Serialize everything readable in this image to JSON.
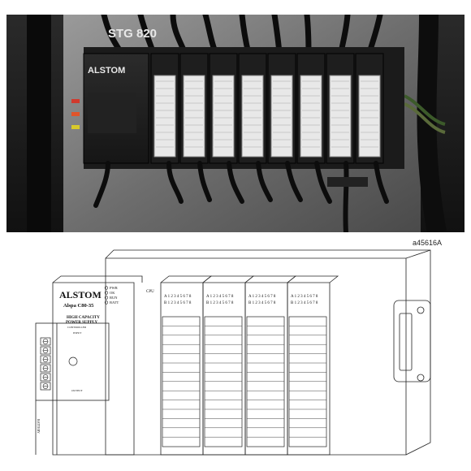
{
  "photo": {
    "cabinet_label": "STG 820",
    "brand": "ALSTOM",
    "io_module_count": 8,
    "module_headers": [
      "",
      "",
      "",
      "",
      "",
      "",
      "",
      ""
    ]
  },
  "drawing": {
    "figure_ref": "a45616A",
    "brand": "ALSTOM",
    "model": "Alspa C80-35",
    "status_leds": [
      "PWR",
      "OK",
      "RUN",
      "BATT"
    ],
    "cpu_label": "CPU",
    "power_supply": {
      "title_line1": "HIGH CAPACITY",
      "title_line2": "POWER SUPPLY",
      "title_line3": "CONTROLLER",
      "input_label": "INPUT",
      "output_label": "OUTPUT",
      "battery_label": "BATTERY"
    },
    "io_rows": [
      "A 1 2 3 4 5 6 7 8",
      "B 1 2 3 4 5 6 7 8"
    ],
    "io_module_count": 4
  }
}
